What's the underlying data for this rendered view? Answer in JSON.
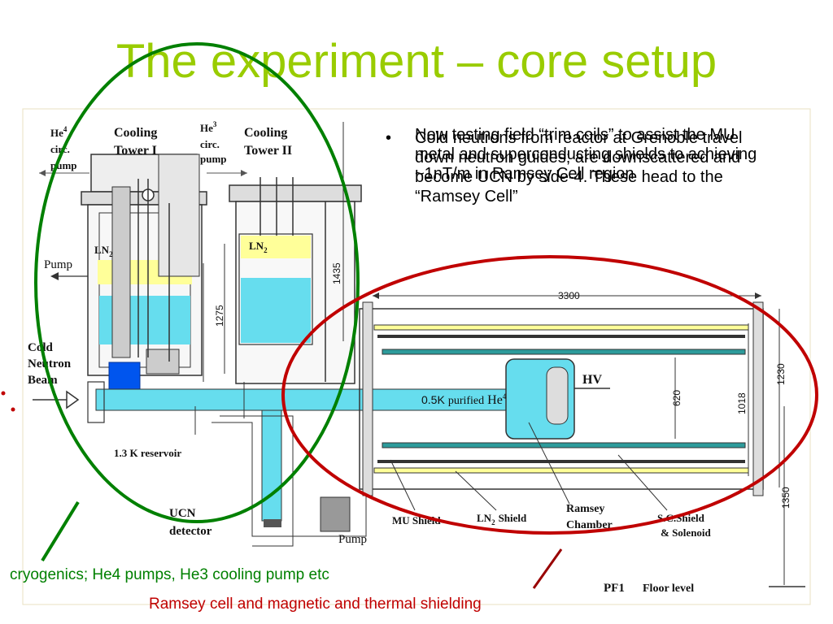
{
  "title": "The experiment – core setup",
  "bullet1": "Cold neutrons from reactor at Grenoble travel down neutron guides; are downscattered and become UCN by side-4. These head to the “Ramsey Cell”",
  "bullet2": "Now testing field “trim coils” to assist the MU metal and superconducting shields to achieving ~1nT/m in Ramsey Cell region",
  "bullet_symbol": "•",
  "caption_green": "cryogenics; He4 pumps, He3 cooling pump etc",
  "caption_red": "Ramsey cell and magnetic and thermal shielding",
  "labels": {
    "he4_pump_a": "He",
    "he4_sup": "4",
    "he4_pump_b": "circ.",
    "he4_pump_c": "pump",
    "cooling1_a": "Cooling",
    "cooling1_b": "Tower I",
    "he3_pump_a": "He",
    "he3_sup": "3",
    "he3_pump_b": "circ.",
    "he3_pump_c": "pump",
    "cooling2_a": "Cooling",
    "cooling2_b": "Tower II",
    "pump_left": "Pump",
    "ln2_small": "LN",
    "ln2_small_sub": "2",
    "ln2_big": "LN",
    "ln2_big_sub": "2",
    "cold_a": "Cold",
    "cold_b": "Neutron",
    "cold_c": "Beam",
    "reservoir": "1.3 K reservoir",
    "ucn_a": "UCN",
    "ucn_b": "detector",
    "pump_bottom": "Pump",
    "purified_k": "0.5K",
    "purified_a": "purified",
    "purified_b": "He",
    "purified_sup": "4",
    "hv": "HV",
    "mu_shield": "MU Shield",
    "ln2_shield_a": "LN",
    "ln2_shield_sub": "2",
    "ln2_shield_b": "Shield",
    "ramsey_a": "Ramsey",
    "ramsey_b": "Chamber",
    "sc_a": "S.C.Shield",
    "sc_b": "& Solenoid",
    "pf1": "PF1",
    "floor": "Floor level",
    "dim_3300": "3300",
    "dim_1435": "1435",
    "dim_1275": "1275",
    "dim_620": "620",
    "dim_1018": "1018",
    "dim_1230": "1230",
    "dim_1350": "1350"
  },
  "colors": {
    "title": "#99cc00",
    "green_ring": "#008000",
    "red_ring": "#c00000",
    "cyan": "#66ddee",
    "yellow": "#ffff99",
    "blue": "#0055ee"
  }
}
